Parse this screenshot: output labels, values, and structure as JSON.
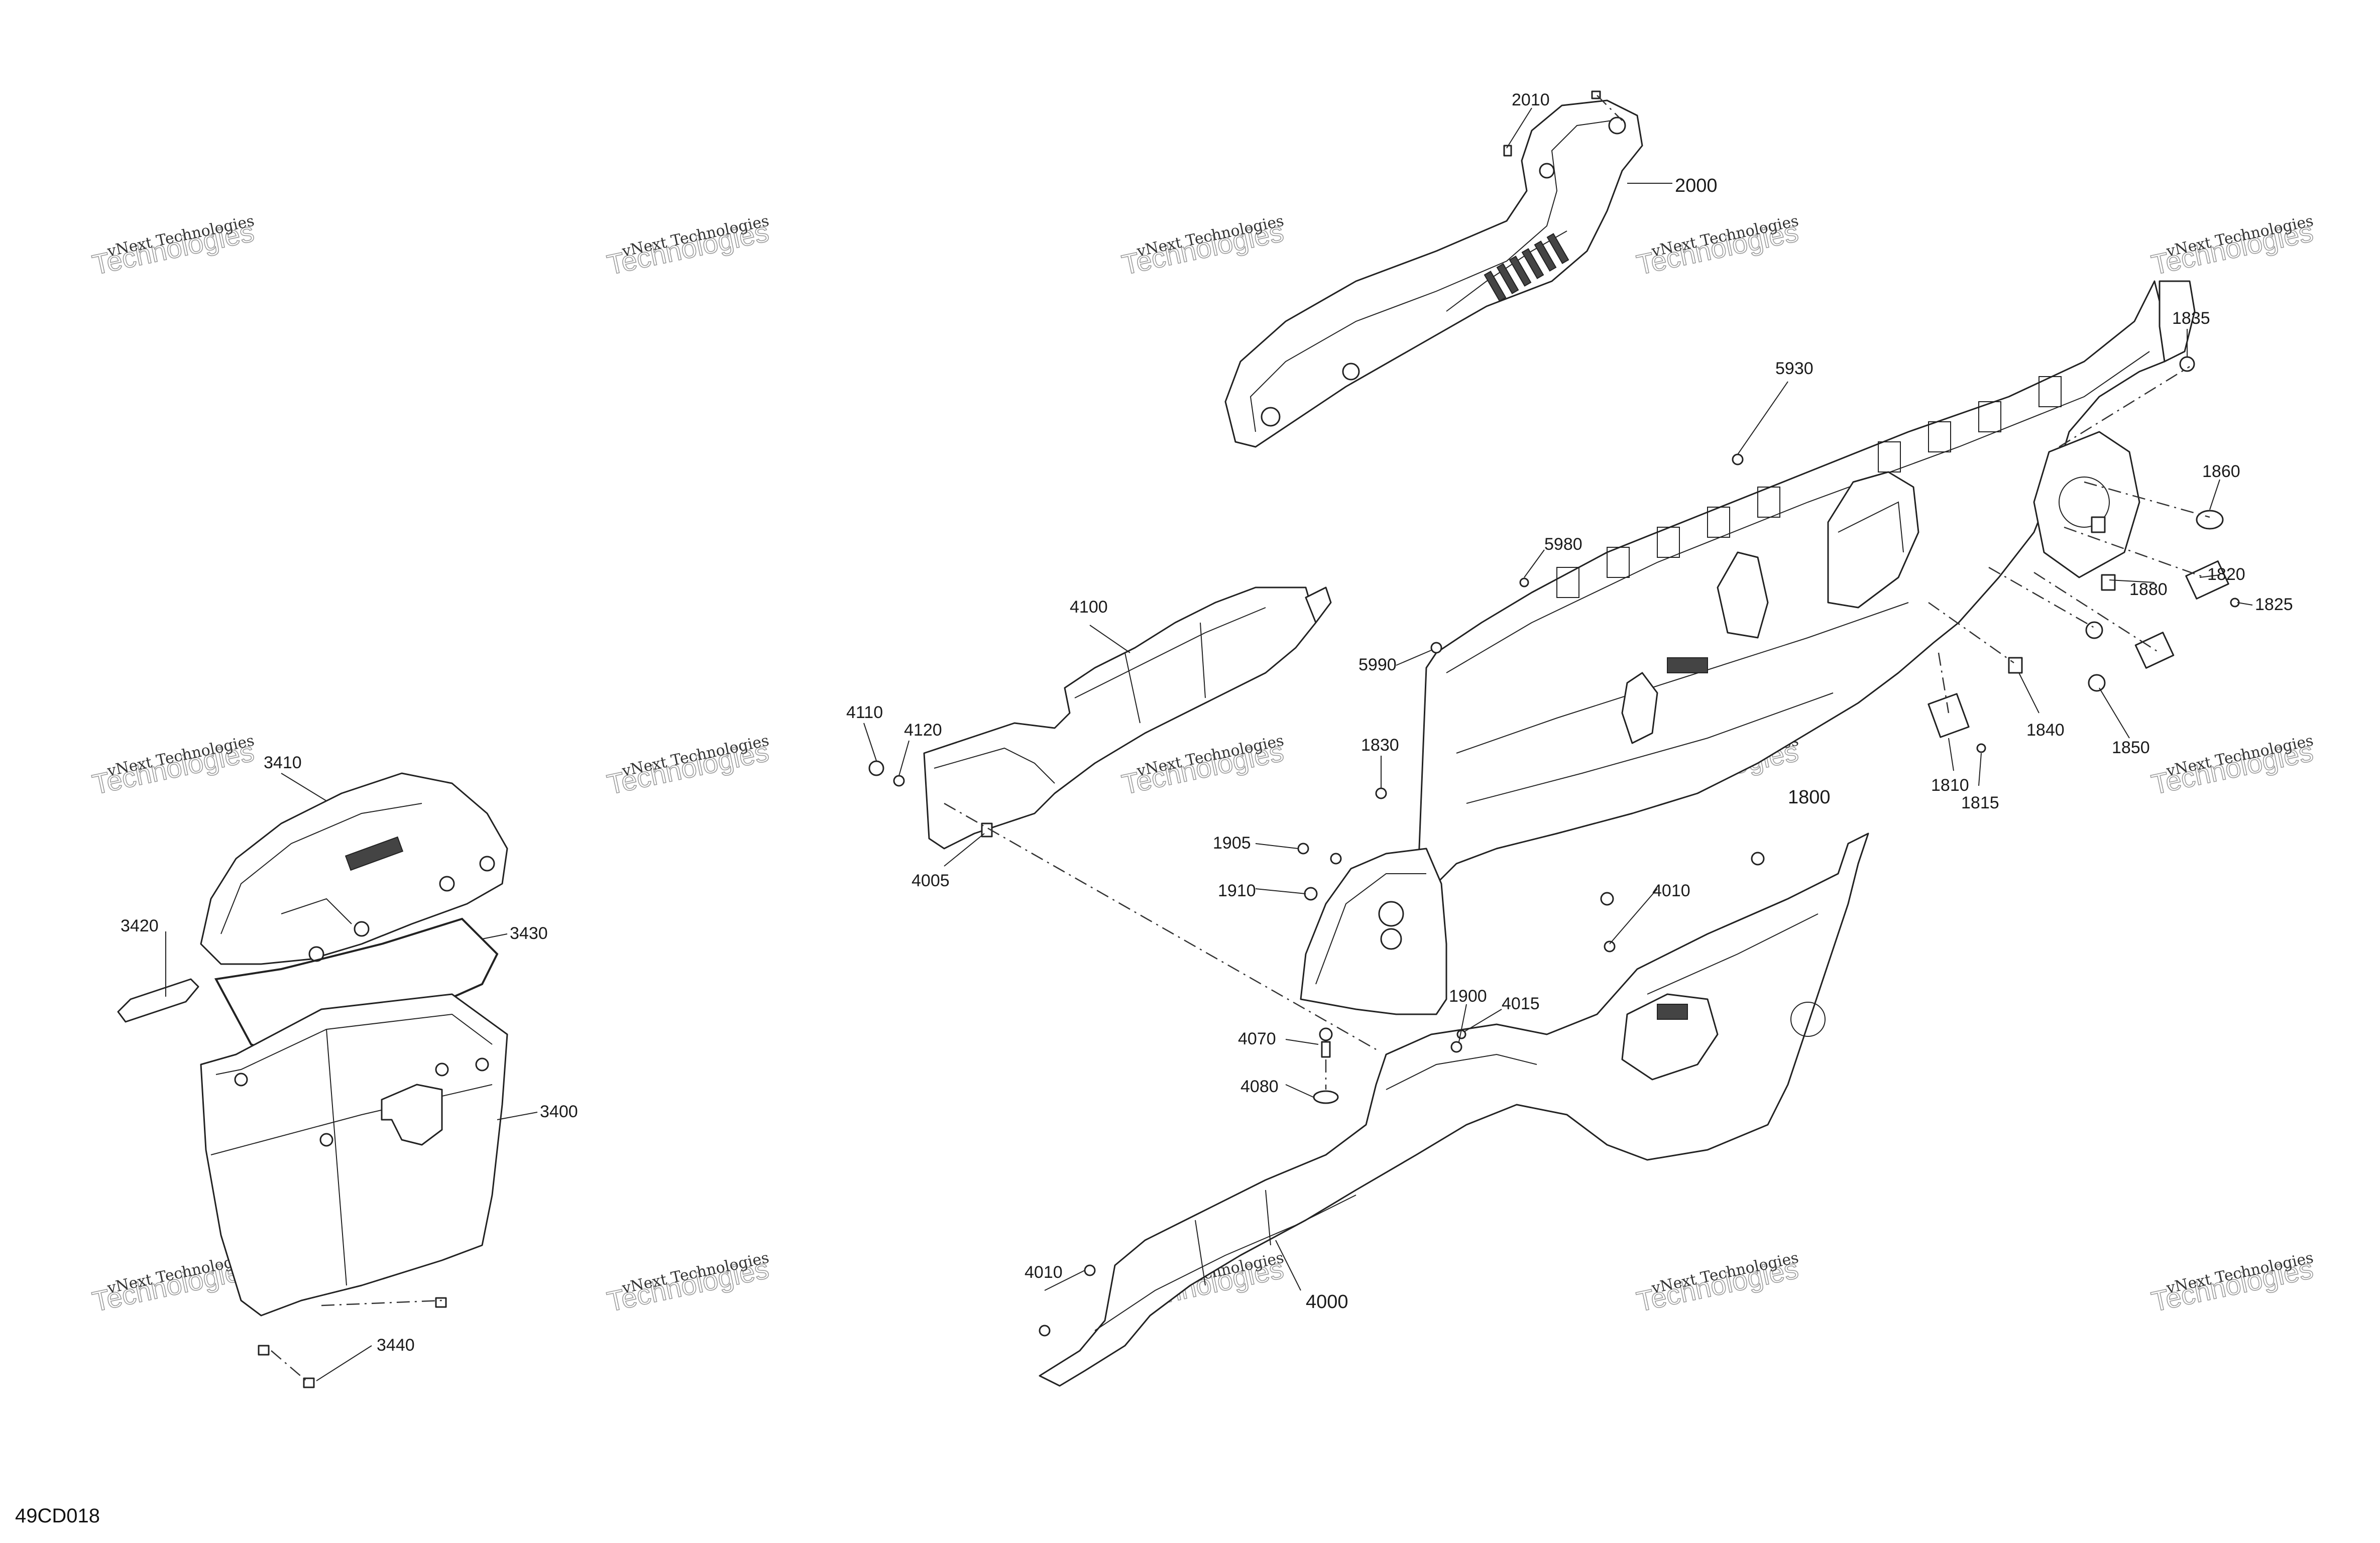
{
  "diagram": {
    "code": "49CD018",
    "watermark": {
      "line1": "vNext Technologies",
      "line2": "Technologies"
    },
    "callouts": [
      {
        "id": "2010",
        "label": "2010"
      },
      {
        "id": "2000",
        "label": "2000"
      },
      {
        "id": "1835",
        "label": "1835"
      },
      {
        "id": "5930",
        "label": "5930"
      },
      {
        "id": "1860",
        "label": "1860"
      },
      {
        "id": "5980",
        "label": "5980"
      },
      {
        "id": "1880",
        "label": "1880"
      },
      {
        "id": "1820",
        "label": "1820"
      },
      {
        "id": "1825",
        "label": "1825"
      },
      {
        "id": "4100",
        "label": "4100"
      },
      {
        "id": "5990",
        "label": "5990"
      },
      {
        "id": "4110",
        "label": "4110"
      },
      {
        "id": "4120",
        "label": "4120"
      },
      {
        "id": "1840",
        "label": "1840"
      },
      {
        "id": "1850",
        "label": "1850"
      },
      {
        "id": "1830",
        "label": "1830"
      },
      {
        "id": "1810",
        "label": "1810"
      },
      {
        "id": "1815",
        "label": "1815"
      },
      {
        "id": "1800",
        "label": "1800"
      },
      {
        "id": "3410",
        "label": "3410"
      },
      {
        "id": "4005",
        "label": "4005"
      },
      {
        "id": "1905",
        "label": "1905"
      },
      {
        "id": "1910",
        "label": "1910"
      },
      {
        "id": "4010a",
        "label": "4010"
      },
      {
        "id": "3420",
        "label": "3420"
      },
      {
        "id": "3430",
        "label": "3430"
      },
      {
        "id": "1900",
        "label": "1900"
      },
      {
        "id": "4015",
        "label": "4015"
      },
      {
        "id": "4070",
        "label": "4070"
      },
      {
        "id": "3400",
        "label": "3400"
      },
      {
        "id": "4080",
        "label": "4080"
      },
      {
        "id": "4010b",
        "label": "4010"
      },
      {
        "id": "4000",
        "label": "4000"
      },
      {
        "id": "3440",
        "label": "3440"
      }
    ]
  }
}
